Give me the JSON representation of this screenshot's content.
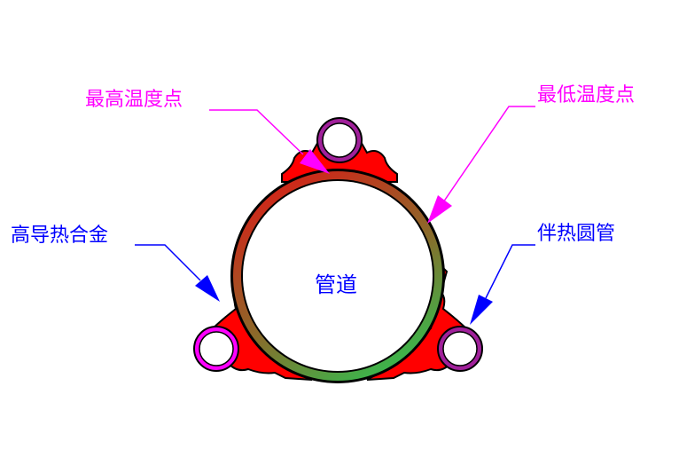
{
  "labels": {
    "highest_temp_point": "最高温度点",
    "lowest_temp_point": "最低温度点",
    "heat_alloy": "高导热合金",
    "tracing_tube": "伴热圆管",
    "pipe": "管道"
  },
  "colors": {
    "highest_temp_point": "#ff00ff",
    "lowest_temp_point": "#ff00ff",
    "heat_alloy": "#0000ff",
    "tracing_tube": "#0000ff",
    "pipe_label": "#0000ff",
    "alloy_fill": "#ff0000",
    "tracing_tube_ring": "#a0209a",
    "pipe_wall_hot": "#cc2a1a",
    "pipe_wall_cool": "#3fb24a"
  }
}
